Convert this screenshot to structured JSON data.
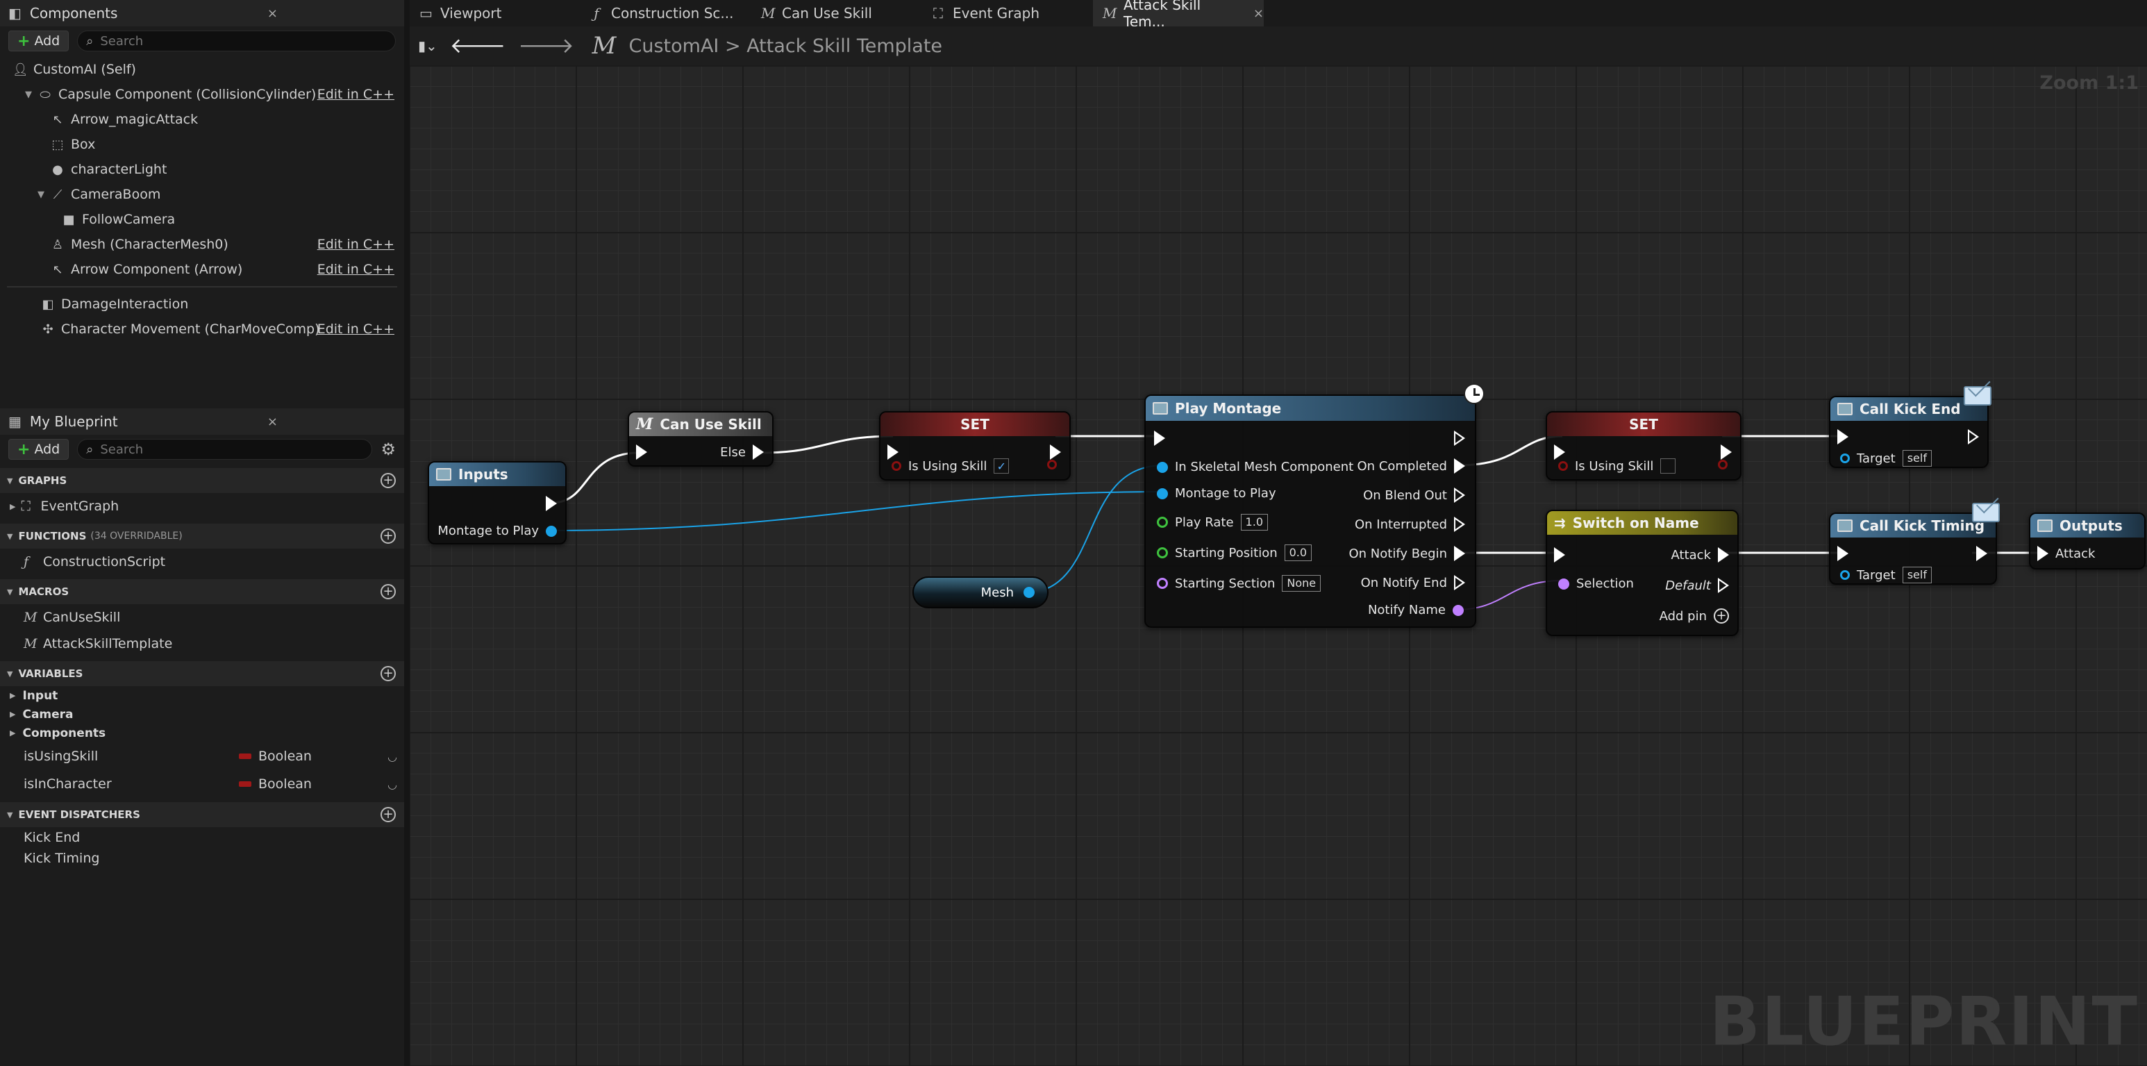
{
  "components_panel": {
    "tab_label": "Components",
    "close": "×",
    "add_label": "Add",
    "search_placeholder": "Search",
    "self_label": "CustomAI (Self)",
    "items": [
      {
        "label": "Capsule Component (CollisionCylinder)",
        "edit": "Edit in C++"
      },
      {
        "label": "Arrow_magicAttack"
      },
      {
        "label": "Box"
      },
      {
        "label": "characterLight"
      },
      {
        "label": "CameraBoom"
      },
      {
        "label": "FollowCamera"
      },
      {
        "label": "Mesh (CharacterMesh0)",
        "edit": "Edit in C++"
      },
      {
        "label": "Arrow Component (Arrow)",
        "edit": "Edit in C++"
      },
      {
        "label": "DamageInteraction"
      },
      {
        "label": "Character Movement (CharMoveComp)",
        "edit": "Edit in C++"
      }
    ]
  },
  "blueprint_panel": {
    "tab_label": "My Blueprint",
    "close": "×",
    "add_label": "Add",
    "search_placeholder": "Search",
    "graphs_header": "GRAPHS",
    "graphs": [
      "EventGraph"
    ],
    "functions_header": "FUNCTIONS",
    "functions_sub": "(34 OVERRIDABLE)",
    "functions": [
      "ConstructionScript"
    ],
    "macros_header": "MACROS",
    "macros": [
      "CanUseSkill",
      "AttackSkillTemplate"
    ],
    "variables_header": "VARIABLES",
    "var_categories": [
      "Input",
      "Camera",
      "Components"
    ],
    "variables": [
      {
        "name": "isUsingSkill",
        "type": "Boolean"
      },
      {
        "name": "isInCharacter",
        "type": "Boolean"
      }
    ],
    "dispatchers_header": "EVENT DISPATCHERS",
    "dispatchers": [
      "Kick End",
      "Kick Timing"
    ]
  },
  "tabs": [
    {
      "label": "Viewport",
      "icon": "viewport-icon"
    },
    {
      "label": "Construction Sc...",
      "icon": "function-icon",
      "glyph": "ƒ"
    },
    {
      "label": "Can Use Skill",
      "icon": "macro-icon",
      "glyph": "M"
    },
    {
      "label": "Event Graph",
      "icon": "graph-icon"
    },
    {
      "label": "Attack Skill Tem...",
      "icon": "macro-icon",
      "glyph": "M",
      "active": true
    }
  ],
  "graph_toolbar": {
    "breadcrumb_root": "CustomAI",
    "breadcrumb_sep": ">",
    "breadcrumb_current": "Attack Skill Template",
    "zoom": "Zoom 1:1"
  },
  "watermark": "BLUEPRINT",
  "nodes": {
    "inputs": {
      "title": "Inputs",
      "pin": "Montage to Play"
    },
    "can_use_skill": {
      "title": "Can Use Skill",
      "else": "Else"
    },
    "set1": {
      "title": "SET",
      "pin": "Is Using Skill",
      "checked": "✓"
    },
    "mesh": {
      "label": "Mesh"
    },
    "play_montage": {
      "title": "Play Montage",
      "inputs": [
        "In Skeletal Mesh Component",
        "Montage to Play",
        "Play Rate",
        "Starting Position",
        "Starting Section"
      ],
      "play_rate": "1.0",
      "start_pos": "0.0",
      "start_section": "None",
      "outputs": [
        "On Completed",
        "On Blend Out",
        "On Interrupted",
        "On Notify Begin",
        "On Notify End",
        "Notify Name"
      ]
    },
    "set2": {
      "title": "SET",
      "pin": "Is Using Skill"
    },
    "switch": {
      "title": "Switch on Name",
      "selection": "Selection",
      "attack": "Attack",
      "default": "Default",
      "add_pin": "Add pin"
    },
    "call_kick_end": {
      "title": "Call Kick End",
      "target": "Target",
      "self": "self"
    },
    "call_kick_timing": {
      "title": "Call Kick Timing",
      "target": "Target",
      "self": "self"
    },
    "outputs": {
      "title": "Outputs",
      "pin": "Attack"
    }
  },
  "colors": {
    "exec": "#ffffff",
    "object_pin": "#1aa3e8",
    "float_pin": "#3ec23e",
    "name_pin": "#c080ff",
    "bool_pin": "#8a1010"
  }
}
